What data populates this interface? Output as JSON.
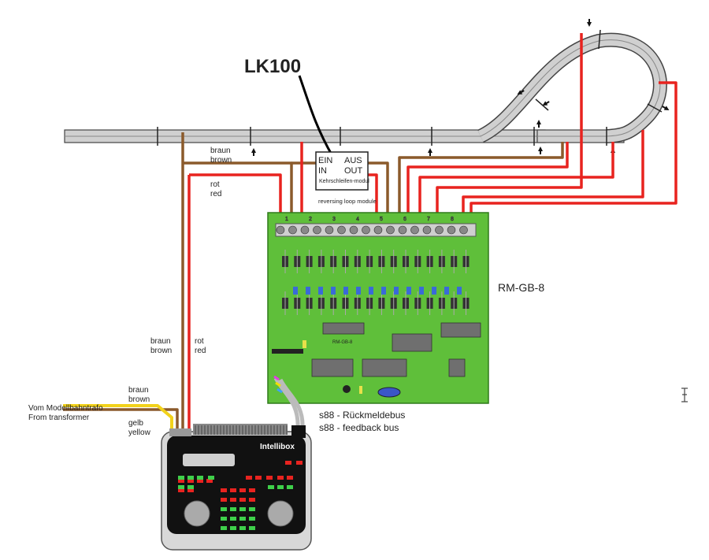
{
  "title": "LK100",
  "lk100": {
    "in_label_de": "EIN",
    "out_label_de": "AUS",
    "in_label_en": "IN",
    "out_label_en": "OUT",
    "name_de": "Kehrschleifen-modul",
    "name_en": "reversing loop module"
  },
  "wires": {
    "braun": "braun",
    "brown": "brown",
    "rot": "rot",
    "red": "red",
    "gelb": "gelb",
    "yellow": "yellow"
  },
  "feeder": {
    "line1": "Vom Modellbahntrafo",
    "line2": "From transformer"
  },
  "rm_gb_8": {
    "label": "RM-GB-8",
    "chip_label": "RM-GB-8",
    "port_numbers": [
      "1",
      "2",
      "3",
      "4",
      "5",
      "6",
      "7",
      "8"
    ]
  },
  "s88": {
    "line1": "s88 - Rückmeldebus",
    "line2": "s88 - feedback bus"
  },
  "intellibox": {
    "brand": "Intellibox"
  },
  "colors": {
    "red_wire": "#e8231f",
    "brown_wire": "#8b5a2b",
    "yellow_wire": "#f2d21b",
    "board_green": "#5fbf3a",
    "track_grey": "#cfcfcf"
  },
  "icons": [
    "cursor-icon"
  ]
}
